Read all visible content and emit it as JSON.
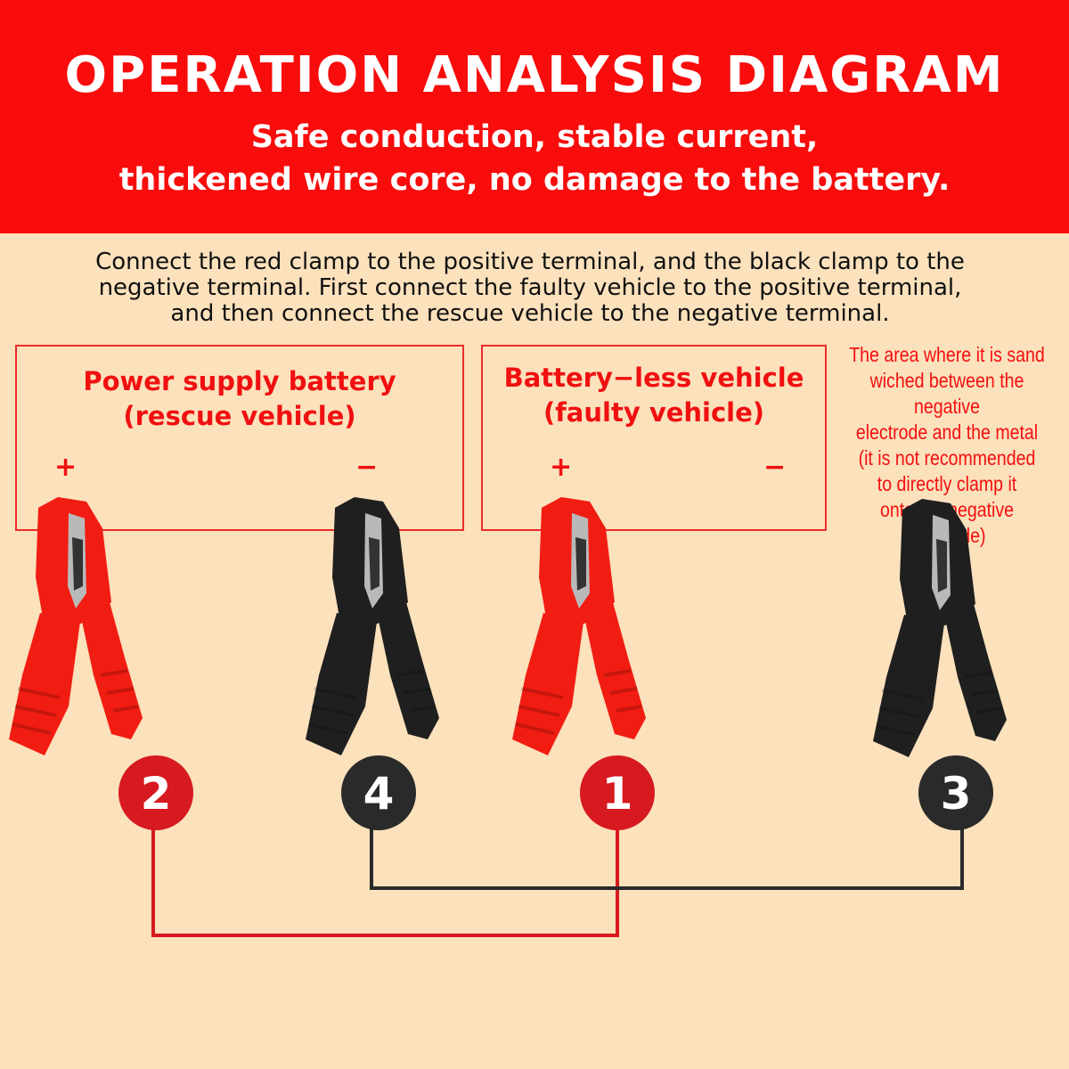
{
  "header": {
    "title": "OPERATION ANALYSIS DIAGRAM",
    "subtitle_line1": "Safe conduction, stable current,",
    "subtitle_line2": "thickened wire core, no damage to the battery."
  },
  "description": {
    "line1": "Connect the red clamp to the positive terminal, and the black clamp to the",
    "line2": "negative terminal. First connect the faulty vehicle to the positive terminal,",
    "line3": "and then connect the rescue vehicle to the negative terminal."
  },
  "boxes": [
    {
      "title1": "Power supply battery",
      "title2": "(rescue vehicle)",
      "plus": "+",
      "minus": "−"
    },
    {
      "title1": "Battery−less vehicle",
      "title2": "(faulty vehicle)",
      "plus": "+",
      "minus": "−"
    }
  ],
  "note": {
    "lines": [
      "The area where it is sand",
      "wiched between the negative",
      "electrode and the metal",
      "(it is not recommended",
      "to directly clamp it",
      "onto the negative electrode)"
    ]
  },
  "steps": [
    {
      "label": "2"
    },
    {
      "label": "4"
    },
    {
      "label": "1"
    },
    {
      "label": "3"
    }
  ],
  "colors": {
    "red": "#d71920",
    "black": "#2a2a2a",
    "header": "#f80c0c",
    "background": "#fbe1bc"
  }
}
